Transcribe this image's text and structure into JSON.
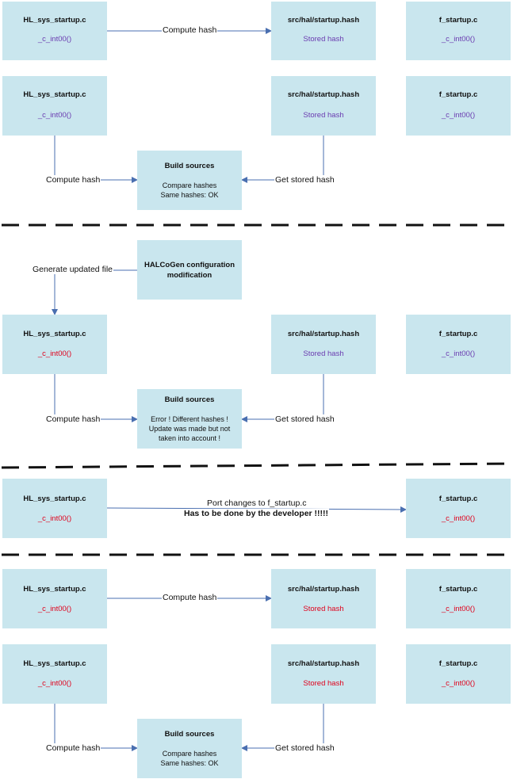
{
  "labels": {
    "hl_file": "HL_sys_startup.c",
    "hash_file": "src/hal/startup.hash",
    "f_file": "f_startup.c",
    "c_int": "_c_int00()",
    "stored_hash": "Stored hash",
    "compute_hash": "Compute hash",
    "get_stored_hash": "Get stored hash",
    "build_sources": "Build sources",
    "compare_hashes": "Compare hashes",
    "same_hashes_ok": "Same hashes: OK",
    "halcogen_mod": "HALCoGen configuration modification",
    "generate_updated": "Generate updated file",
    "error_text": "Error ! Different hashes ! Update was made but not taken into account !",
    "port_changes": "Port changes to f_startup.c",
    "developer_note": "Has to be done by the developer !!!!!"
  },
  "colors": {
    "box_fill": "#c9e6ee",
    "arrow": "#4a6fb0",
    "purple_text": "#6a3bb0",
    "red_text": "#e0001b",
    "separator": "#111111"
  }
}
